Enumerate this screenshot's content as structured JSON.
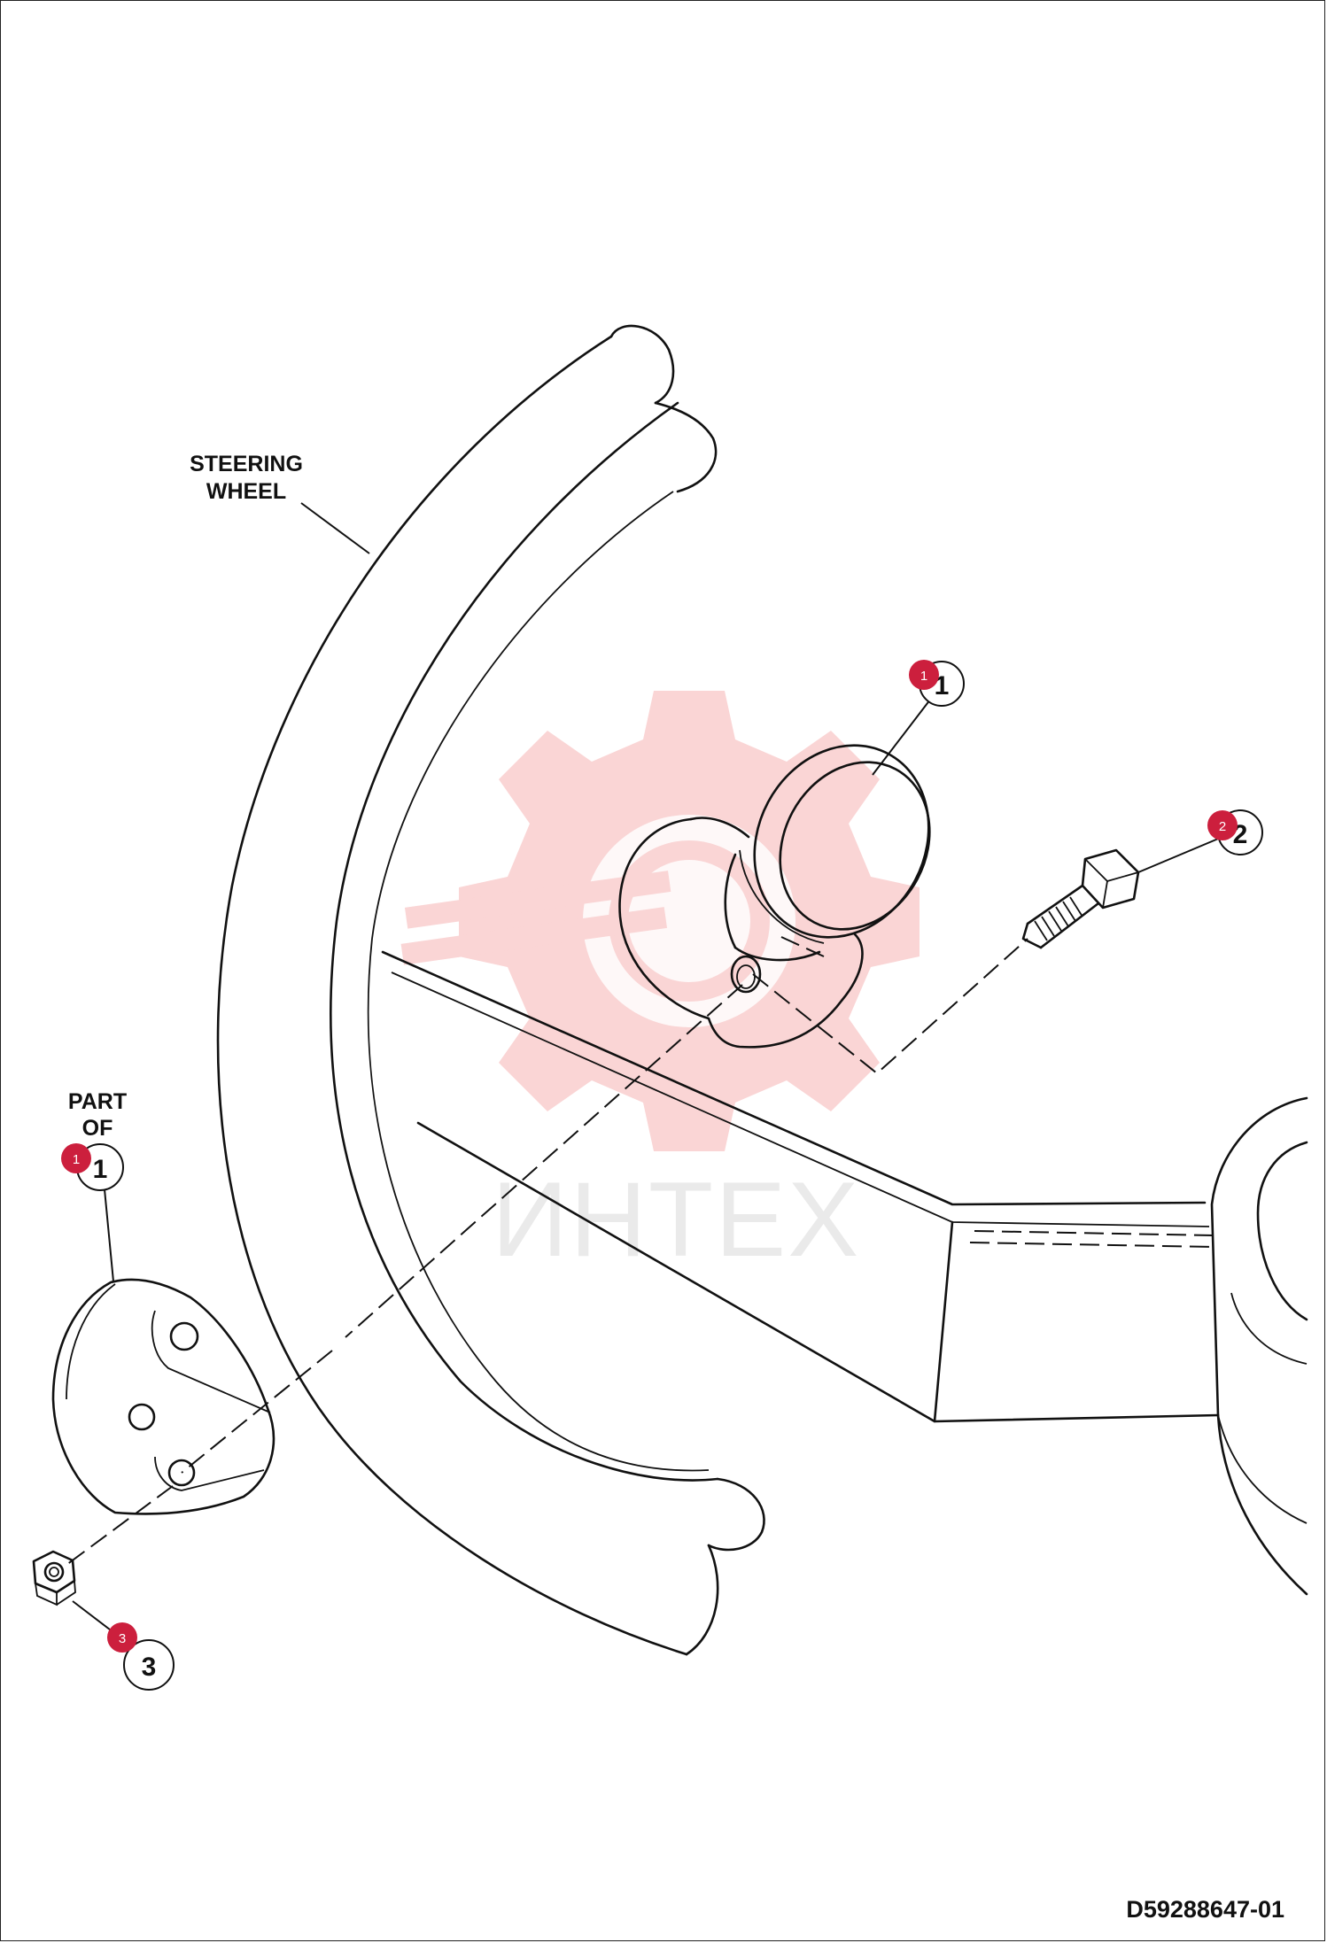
{
  "labels": {
    "steering_wheel_line1": "STEERING",
    "steering_wheel_line2": "WHEEL",
    "part_of_line1": "PART",
    "part_of_line2": "OF"
  },
  "callouts": [
    {
      "number": "1",
      "badge": "1",
      "target": "knob"
    },
    {
      "number": "2",
      "badge": "2",
      "target": "bolt"
    },
    {
      "number": "1",
      "badge": "1",
      "target": "mounting-plate"
    },
    {
      "number": "3",
      "badge": "3",
      "target": "nut"
    }
  ],
  "drawing_number": "D59288647-01",
  "watermark_text": "ИНТЕХ",
  "colors": {
    "badge": "#cc1f3d",
    "watermark": "#f4b4b4",
    "line": "#111111"
  }
}
